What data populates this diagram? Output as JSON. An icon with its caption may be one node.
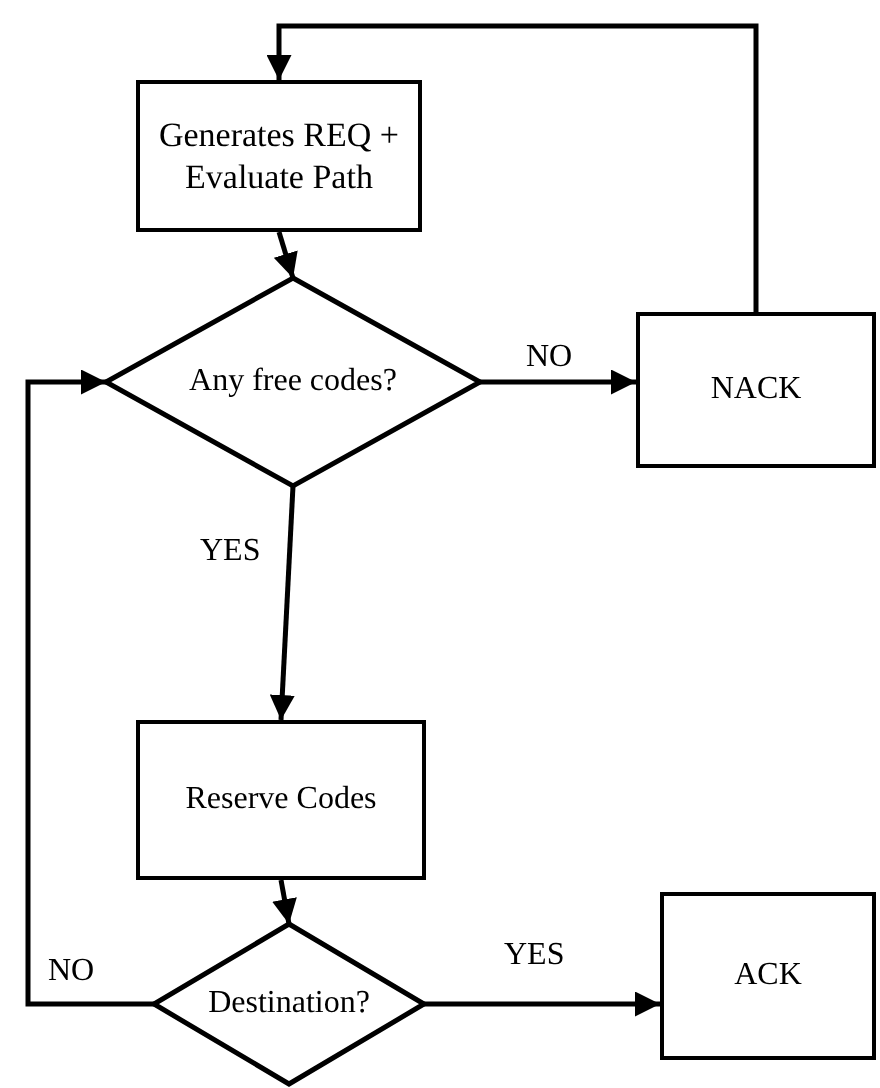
{
  "diagram": {
    "nodes": [
      {
        "text": [
          "Generates REQ + Evaluate Path"
        ]
      },
      {
        "text": [
          "Any free codes?"
        ]
      },
      {
        "text": [
          "NACK"
        ]
      },
      {
        "text": [
          "Reserve Codes"
        ]
      },
      {
        "text": [
          "Destination?"
        ]
      },
      {
        "text": [
          "ACK"
        ]
      }
    ],
    "edges": [
      {
        "from": 0,
        "to": 1,
        "arrow": "to"
      },
      {
        "from": 1,
        "to": 2,
        "arrow": "to",
        "label": "NO"
      },
      {
        "from": 2,
        "to": 0,
        "arrow": "to"
      },
      {
        "from": 1,
        "to": 3,
        "arrow": "to",
        "label": "YES"
      },
      {
        "from": 3,
        "to": 4,
        "arrow": "to"
      },
      {
        "from": 4,
        "to": 5,
        "arrow": "to",
        "label": "YES"
      },
      {
        "from": 4,
        "to": 1,
        "arrow": "to",
        "label": "NO"
      }
    ]
  }
}
